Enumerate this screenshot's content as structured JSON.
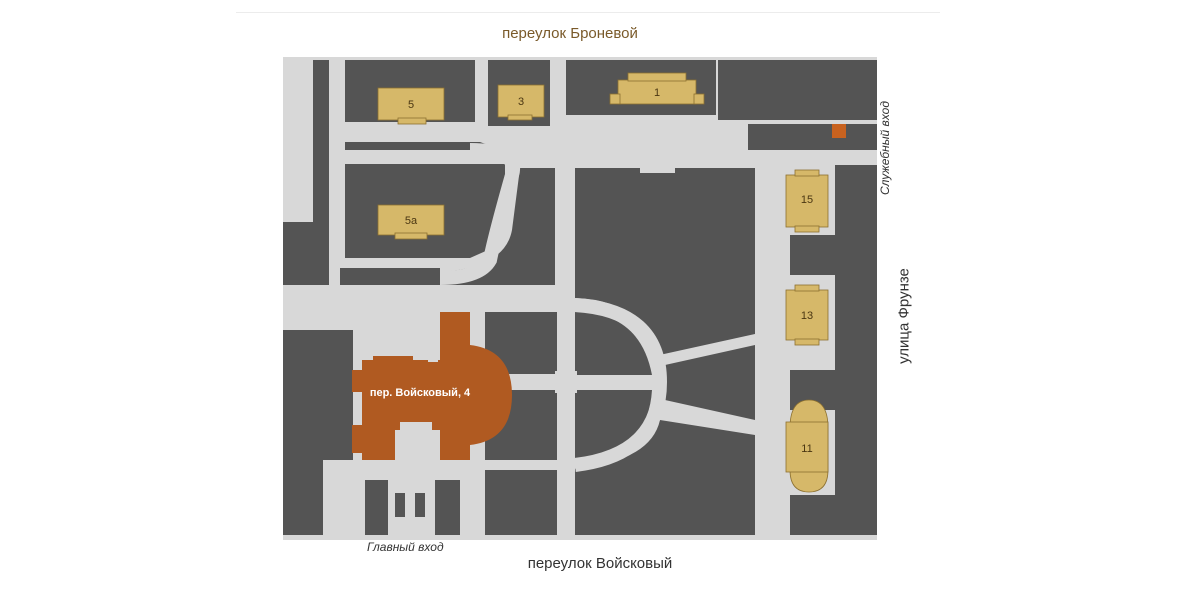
{
  "colors": {
    "background": "#ffffff",
    "block": "#545454",
    "path": "#d8d8d8",
    "building": "#d6b869",
    "building_stroke": "#8c7030",
    "main_building": "#b05a21",
    "street_label_top": "#7a5a2a",
    "street_label": "#333333",
    "accent": "#c8621f"
  },
  "streets": {
    "top": "переулок Броневой",
    "bottom": "переулок Войсковый",
    "right": "улица Фрунзе"
  },
  "entrances": {
    "main": "Главный вход",
    "service": "Служебный вход"
  },
  "main_building": {
    "label": "пер. Войсковый, 4"
  },
  "buildings": [
    {
      "number": "1"
    },
    {
      "number": "3"
    },
    {
      "number": "5"
    },
    {
      "number": "5а"
    },
    {
      "number": "15"
    },
    {
      "number": "13"
    },
    {
      "number": "11"
    }
  ]
}
